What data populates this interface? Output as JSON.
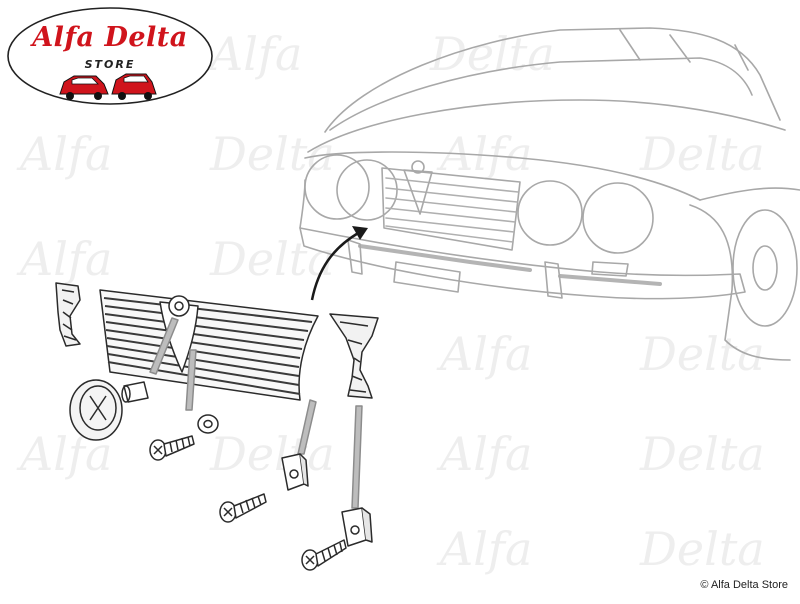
{
  "logo": {
    "title": "Alfa Delta",
    "subtitle": "STORE"
  },
  "watermark": {
    "words": [
      "Alfa",
      "Delta"
    ]
  },
  "copyright": "© Alfa Delta Store",
  "colors": {
    "logo_red": "#d0141c",
    "line_art": "#333333",
    "faded_line_art": "#9a9a9a",
    "watermark": "#e6e6e6"
  }
}
